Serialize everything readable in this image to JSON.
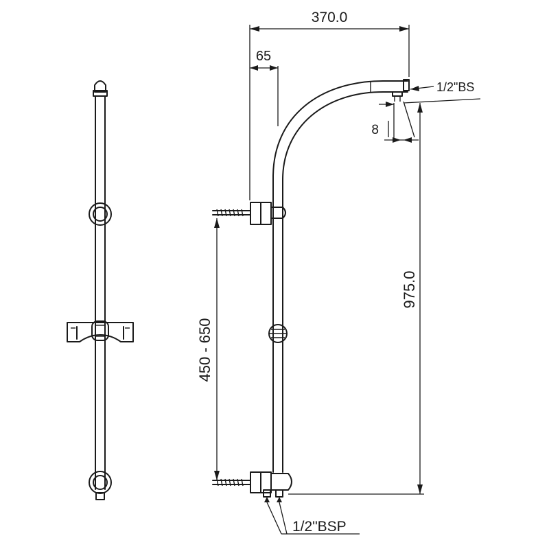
{
  "dimensions": {
    "width_total": "370.0",
    "arm_offset": "65",
    "height_total": "975.0",
    "bracket_range": "450 - 650",
    "nozzle_drop": "8"
  },
  "connections": {
    "top_thread": "1/2\"BS",
    "bottom_thread": "1/2\"BSP"
  }
}
